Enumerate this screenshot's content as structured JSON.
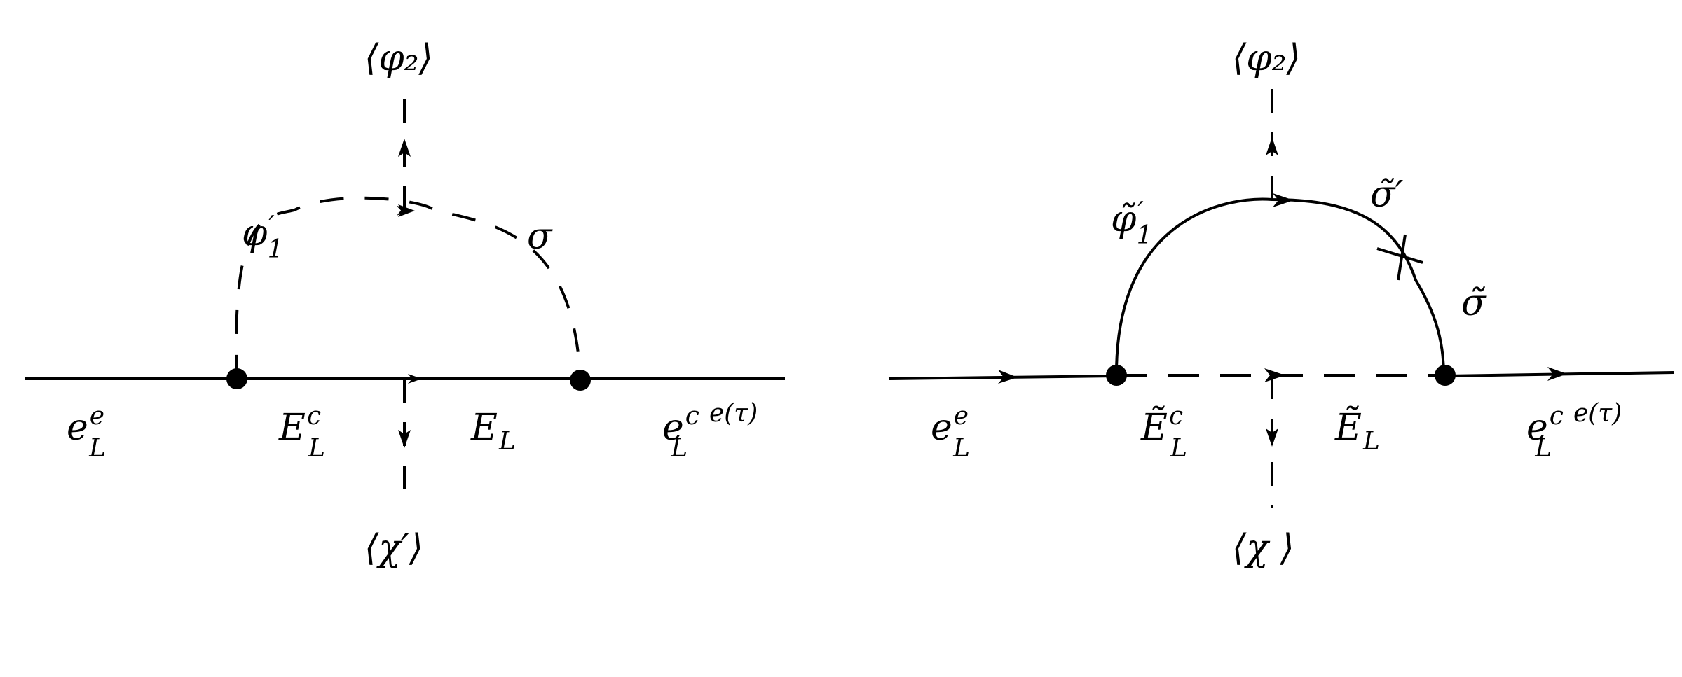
{
  "colors": {
    "stroke": "#000000",
    "background": "#ffffff"
  },
  "left": {
    "vev_top": "⟨φ₂⟩",
    "vev_bottom": "⟨χ′⟩",
    "phi1_prime": {
      "base": "φ",
      "prime": "′",
      "sub": "1"
    },
    "sigma": "σ",
    "e_L_e": {
      "base": "e",
      "sup": "e",
      "sub": "L"
    },
    "E_L_c": {
      "base": "E",
      "sup": "c",
      "sub": "L"
    },
    "E_L": {
      "base": "E",
      "sub": "L"
    },
    "e_L_c_out": {
      "base": "e",
      "sup": "c",
      "sup2": "e(τ)",
      "sub": "L"
    }
  },
  "right": {
    "vev_top": "⟨φ₂⟩",
    "vev_bottom": "⟨χ ⟩",
    "phi1_tilde_prime": {
      "base": "φ̃",
      "prime": "′",
      "sub": "1"
    },
    "sigma_tilde_prime": "σ̃′",
    "sigma_tilde": "σ̃",
    "e_L_e": {
      "base": "e",
      "sup": "e",
      "sub": "L"
    },
    "E_L_c_tilde": {
      "base": "Ẽ",
      "sup": "c",
      "sub": "L"
    },
    "E_L_tilde": {
      "base": "Ẽ",
      "sub": "L"
    },
    "e_L_c_out": {
      "base": "e",
      "sup": "c",
      "sup2": "e(τ)",
      "sub": "L"
    }
  }
}
